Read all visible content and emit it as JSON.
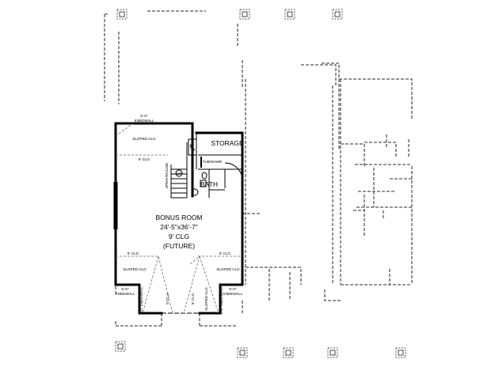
{
  "rooms": {
    "storage": "STORAGE",
    "bath": "BATH",
    "tub_shower": "TUB/SHWR",
    "bonus_name": "BONUS ROOM",
    "bonus_size": "24'-5\"x36'-7\"",
    "bonus_clg": "9' CLG",
    "bonus_note": "(FUTURE)"
  },
  "notes": {
    "kneewall_top_height": "5'-0\"",
    "kneewall_top": "KNEEWALL",
    "sloped_clg_top": "SLOPED CLG",
    "clg_9_top": "9' CLG",
    "open_railing": "OPEN RAILING",
    "dn": "DN",
    "up": "UP",
    "clg_9_left": "9' CLG",
    "clg_9_right": "9' CLG",
    "sloped_clg_left": "SLOPED CLG",
    "sloped_clg_right": "SLOPED CLG",
    "kneewall_left_height": "5'-0\"",
    "kneewall_left": "KNEEWALL",
    "kneewall_right_height": "5'-0\"",
    "kneewall_right": "KNEEWALL",
    "kneewall_vert_left": "5'-0\" KNEEWALL",
    "clg_9_vert_a": "9' CLG",
    "clg_9_vert_b": "9' CLG",
    "sloped_clg_vert": "SLOPED CLG",
    "kneewall_vert_right": "5'-0\" KNEEWALL"
  }
}
